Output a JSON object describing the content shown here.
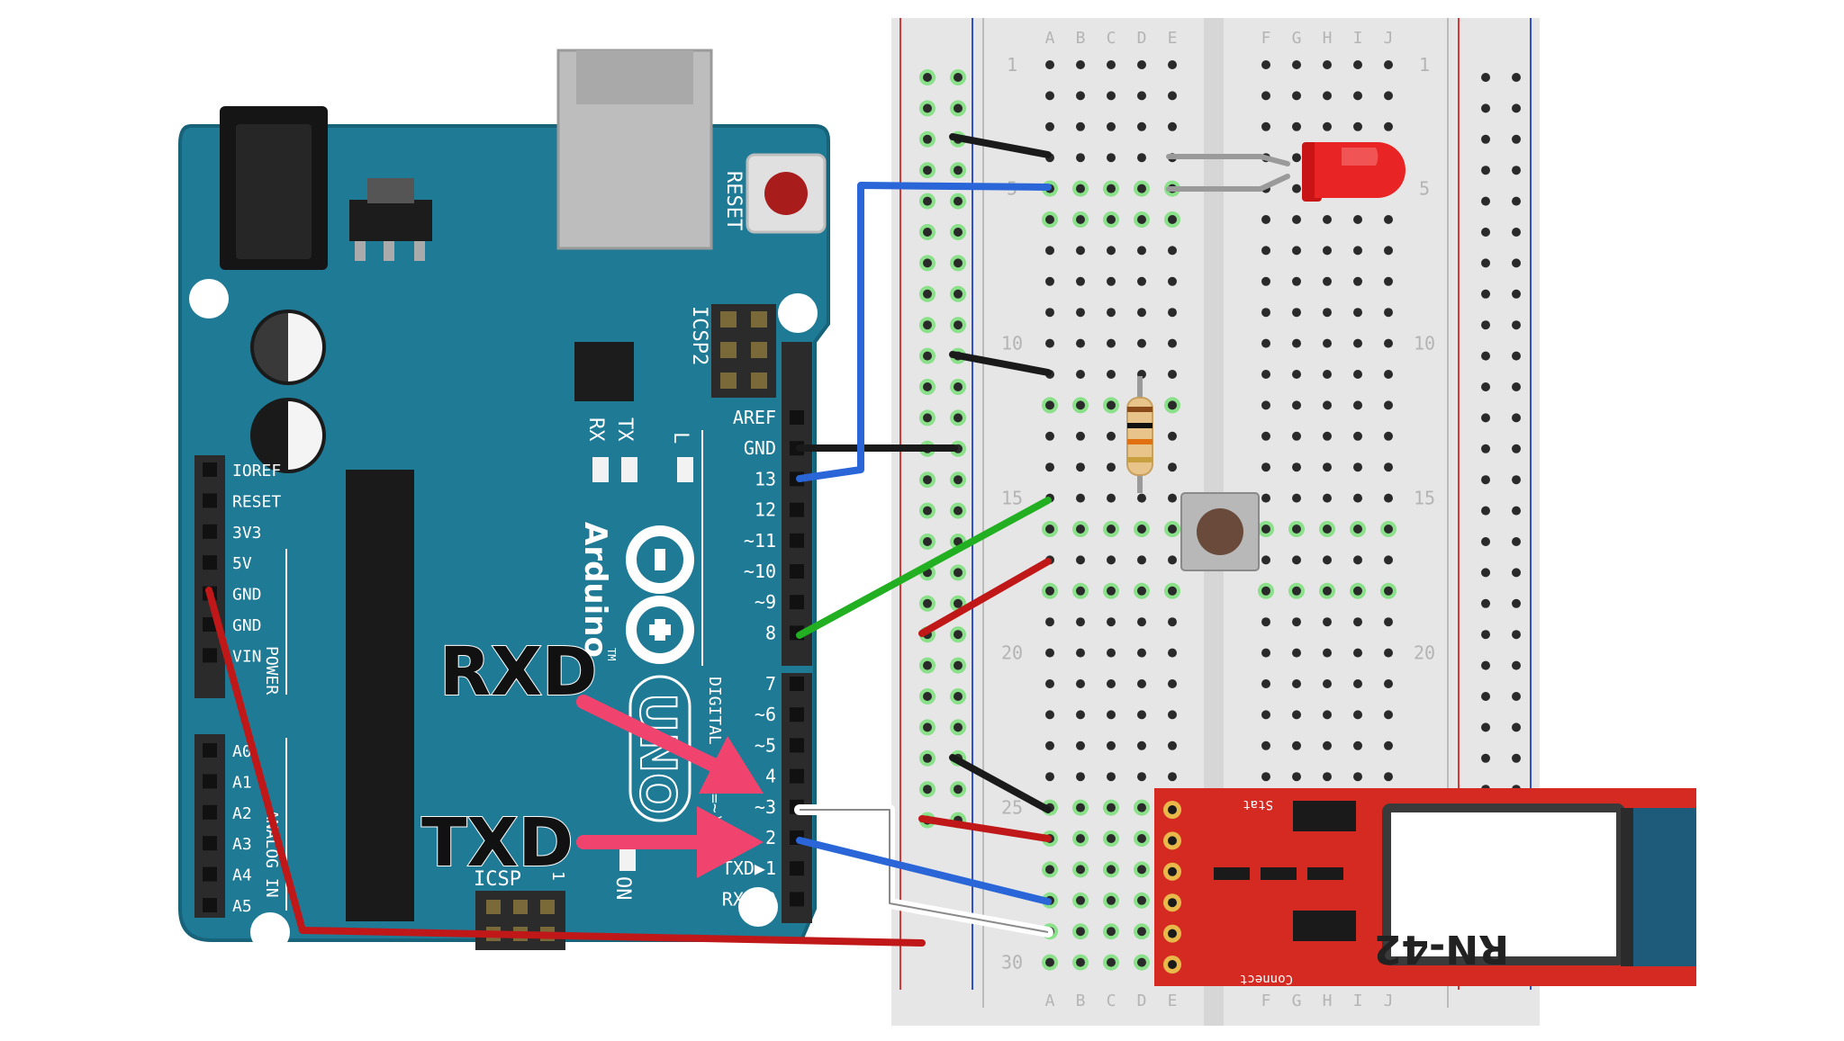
{
  "arduino": {
    "brand": "Arduino",
    "model": "UNO",
    "trademark": "TM",
    "reset_label": "RESET",
    "icsp2_label": "ICSP2",
    "icsp_label": "ICSP",
    "icsp_pin1": "1",
    "led_labels": {
      "rx": "RX",
      "tx": "TX",
      "l": "L",
      "on": "ON"
    },
    "digital_label": "DIGITAL (PWM=~)",
    "power_label": "POWER",
    "analog_label": "ANALOG IN",
    "digital_pins": [
      "AREF",
      "GND",
      "13",
      "12",
      "~11",
      "~10",
      "~9",
      "8",
      "7",
      "~6",
      "~5",
      "4",
      "~3",
      "2",
      "TXD▶1",
      "RXD◀0"
    ],
    "power_pins": [
      "IOREF",
      "RESET",
      "3V3",
      "5V",
      "GND",
      "GND",
      "VIN"
    ],
    "analog_pins": [
      "A0",
      "A1",
      "A2",
      "A3",
      "A4",
      "A5"
    ],
    "colors": {
      "board": "#1f7a96",
      "board_edge": "#17637a",
      "header": "#2b2b2b"
    }
  },
  "breadboard": {
    "col_letters_left": [
      "A",
      "B",
      "C",
      "D",
      "E"
    ],
    "col_letters_right": [
      "F",
      "G",
      "H",
      "I",
      "J"
    ],
    "row_numbers": [
      "1",
      "5",
      "10",
      "15",
      "20",
      "25",
      "30"
    ],
    "colors": {
      "body": "#e6e6e6",
      "rail_red": "#d43a3a",
      "rail_blue": "#2f4fd0",
      "hole": "#2a2a2a",
      "active": "#7fe07f"
    }
  },
  "module": {
    "name": "RN-42",
    "stat_label": "Stat",
    "connect_label": "Connect",
    "colors": {
      "pcb": "#d42a22",
      "chip": "#ffffff",
      "antenna": "#1e5a7a"
    }
  },
  "annotations": {
    "rxd": "RXD",
    "txd": "TXD",
    "arrow_color": "#f0446f"
  },
  "wires": {
    "colors": {
      "black": "#1a1a1a",
      "blue": "#2a66d8",
      "green": "#22b022",
      "red": "#c01818",
      "white": "#ffffff"
    }
  }
}
